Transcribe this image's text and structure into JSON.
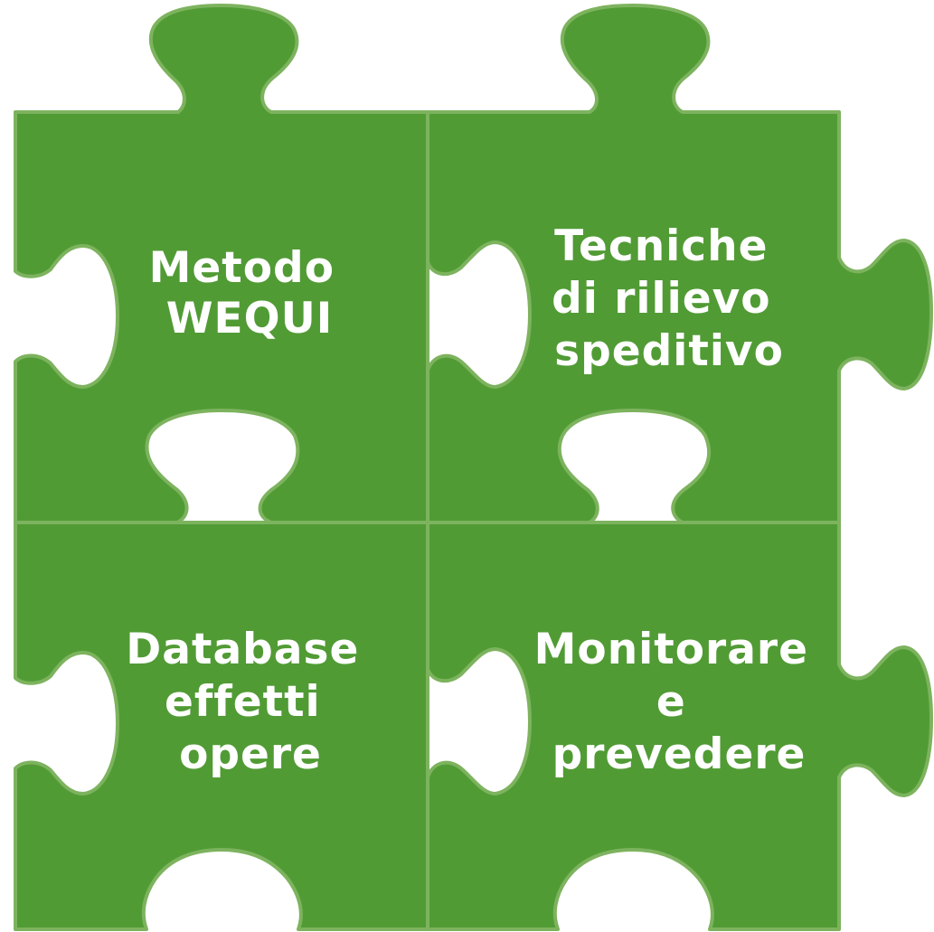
{
  "colors": {
    "piece_fill": "#519b35",
    "piece_edge": "#7db35e",
    "background": "#ffffff"
  },
  "pieces": [
    {
      "id": "metodo-wequi",
      "lines": [
        "Metodo",
        "WEQUI"
      ]
    },
    {
      "id": "tecniche-rilievo",
      "lines": [
        "Tecniche",
        "di rilievo",
        "speditivo"
      ]
    },
    {
      "id": "database-effetti",
      "lines": [
        "Database",
        "effetti",
        "opere"
      ]
    },
    {
      "id": "monitorare-prevedere",
      "lines": [
        "Monitorare",
        "e",
        "prevedere"
      ]
    }
  ]
}
